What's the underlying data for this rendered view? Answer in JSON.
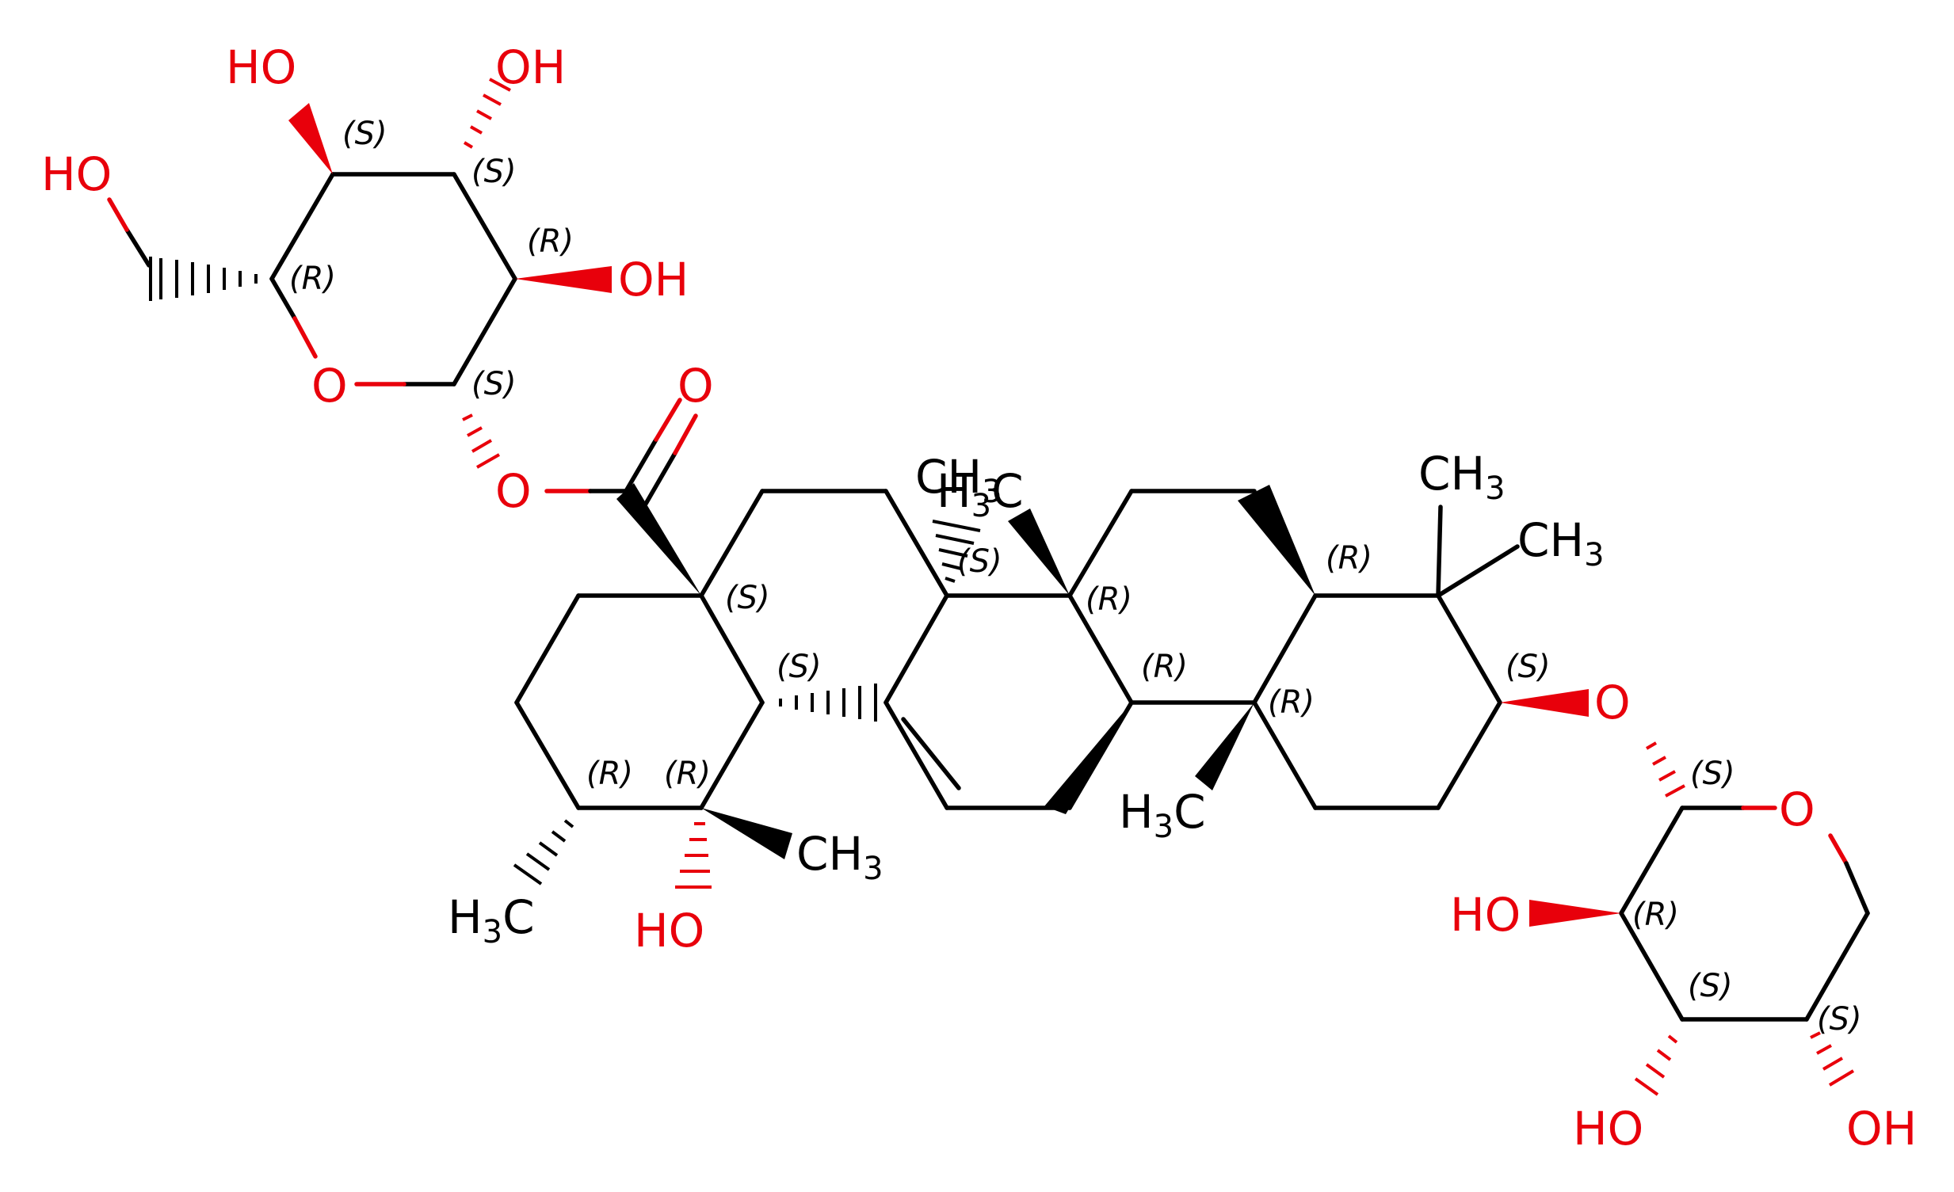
{
  "labels": {
    "ho_top": "HO",
    "oh_top": "OH",
    "ho_ch2": "HO",
    "oh_c2": "OH",
    "o_ring1": "O",
    "o_carbonyl": "O",
    "o_ester": "O",
    "ch3_a": "CH",
    "ch3_a_sub": "3",
    "h3c_b": "C",
    "ch3_r1": "CH",
    "ch3_r1_sub": "3",
    "ch3_r2": "CH",
    "ch3_r2_sub": "3",
    "o_link": "O",
    "o_ring2": "O",
    "ho_r": "HO",
    "h3c_lower": "C",
    "ch3_lower": "CH",
    "ch3_lower_sub": "3",
    "h3c_left": "C",
    "ho_lower": "HO",
    "ho_bottom_left": "HO",
    "oh_bottom_right": "OH",
    "h_prefix": "H",
    "h_sub": "3"
  },
  "stereo": {
    "s1": "(S)",
    "s2": "(S)",
    "r1": "(R)",
    "r2": "(R)",
    "s3": "(S)",
    "s4": "(S)",
    "s5": "(S)",
    "r3": "(R)",
    "r4": "(R)",
    "s6": "(S)",
    "r5": "(R)",
    "r6": "(R)",
    "s7": "(S)",
    "r7": "(R)",
    "r8": "(R)",
    "s8": "(S)",
    "r9": "(R)",
    "s9": "(S)",
    "s10": "(S)"
  }
}
